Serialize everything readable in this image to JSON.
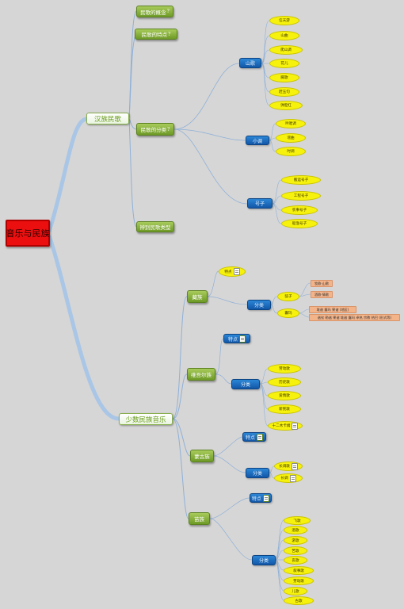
{
  "root": "音乐与民族",
  "han": {
    "title": "汉族民歌",
    "concept": "民歌的概念",
    "traits": "民歌的特点",
    "classification": "民歌的分类",
    "typical": "辨别民歌类型",
    "shange": {
      "label": "山歌",
      "items": [
        "信天游",
        "山曲",
        "爬山调",
        "花儿",
        "脚歌",
        "赶五句",
        "弹腔红"
      ]
    },
    "xiaodiao": {
      "label": "小调",
      "items": [
        "吟唱调",
        "谣曲",
        "时调"
      ]
    },
    "haozi": {
      "label": "号子",
      "items": [
        "搬运号子",
        "工程号子",
        "农事号子",
        "船渔号子"
      ]
    }
  },
  "minority": {
    "title": "少数民族音乐",
    "zang": {
      "label": "藏族",
      "feature": "特点",
      "cat": "分类",
      "sub1": "弦子",
      "sub1_items": [
        "牧歌·山歌",
        "酒歌·情歌"
      ],
      "sub2": "囊玛",
      "sub2_items": [
        "堆谐 囊玛 果谐 (地区)",
        "谐钦 勒谐 果谐 堆谐 囊玛 卓热 宗教 热巴 (形式等)"
      ]
    },
    "weiwu": {
      "label": "维吾尔族",
      "feature": "特点",
      "cat": "分类",
      "items": [
        "劳动歌",
        "历史歌",
        "爱情歌",
        "新民歌",
        "十二木卡姆"
      ]
    },
    "meng": {
      "label": "蒙古族",
      "feature": "特点",
      "cat": "分类",
      "items": [
        "长调歌",
        "长调"
      ]
    },
    "miao": {
      "label": "苗族",
      "feature": "特点",
      "cat": "分类",
      "items": [
        "飞歌",
        "酒歌",
        "游歌",
        "苦歌",
        "丧歌",
        "叙事歌",
        "劳动歌",
        "儿歌",
        "古歌"
      ]
    }
  },
  "colors": {
    "root": "#ec0f0f",
    "green": "#7aa632",
    "blue": "#1a6cc0",
    "yellow": "#f7f20d",
    "salmon": "#f3b48a",
    "link": "#8fb0d8",
    "background": "#d6d6d6"
  }
}
